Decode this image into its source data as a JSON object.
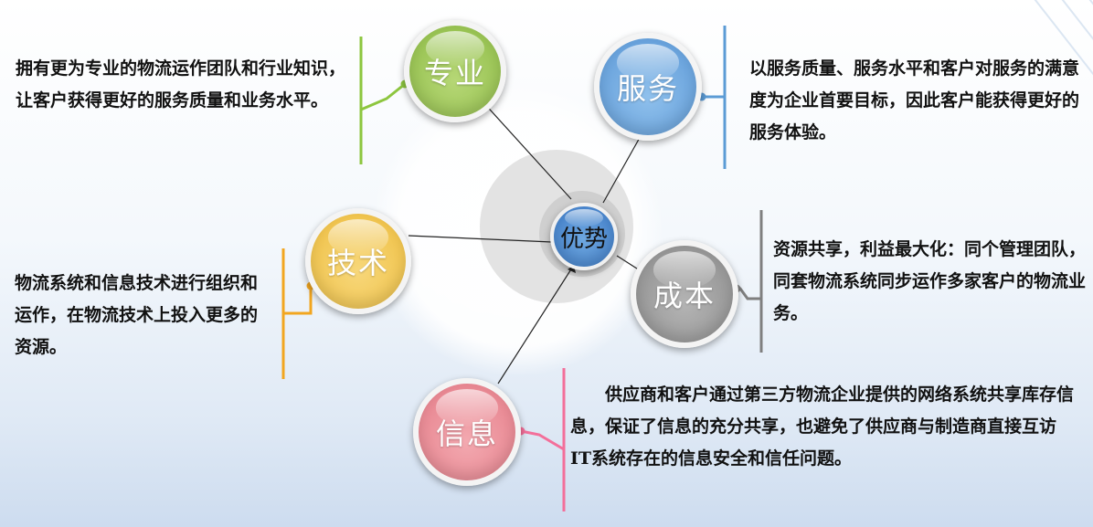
{
  "center": {
    "label": "优势"
  },
  "nodes": {
    "zhuanye": {
      "label": "专业",
      "color": "#8dbb45",
      "text": "拥有更为专业的物流运作团队和行业知识，让客户获得更好的服务质量和业务水平。"
    },
    "fuwu": {
      "label": "服务",
      "color": "#5a97d6",
      "text": "以服务质量、服务水平和客户对服务的满意度为企业首要目标，因此客户能获得更好的服务体验。"
    },
    "jishu": {
      "label": "技术",
      "color": "#eebd3e",
      "text": "物流系统和信息技术进行组织和运作，在物流技术上投入更多的资源。"
    },
    "chengben": {
      "label": "成本",
      "color": "#8a8a8a",
      "text": "资源共享，利益最大化：同个管理团队，同套物流系统同步运作多家客户的物流业务。"
    },
    "xinxi": {
      "label": "信息",
      "color": "#e47b87",
      "text": "供应商和客户通过第三方物流企业提供的网络系统共享库存信息，保证了信息的充分共享，也避免了供应商与制造商直接互访IT系统存在的信息安全和信任问题。"
    }
  }
}
